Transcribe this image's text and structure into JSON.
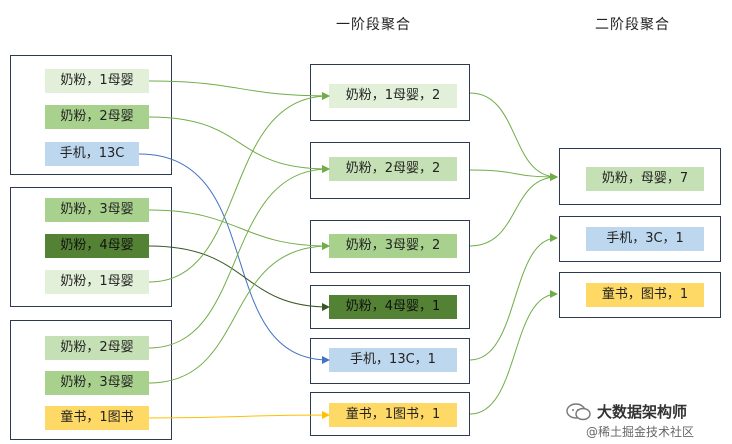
{
  "titles": {
    "stage1": "一阶段聚合",
    "stage2": "二阶段聚合"
  },
  "input_groups": [
    {
      "items": [
        "奶粉，1母婴",
        "奶粉，2母婴",
        "手机，13C"
      ]
    },
    {
      "items": [
        "奶粉，3母婴",
        "奶粉，4母婴",
        "奶粉，1母婴"
      ]
    },
    {
      "items": [
        "奶粉，2母婴",
        "奶粉，3母婴",
        "童书，1图书"
      ]
    }
  ],
  "stage1_results": [
    "奶粉，1母婴，2",
    "奶粉，2母婴，2",
    "奶粉，3母婴，2",
    "奶粉，4母婴，1",
    "手机，13C，1",
    "童书，1图书，1"
  ],
  "stage2_results": [
    "奶粉，母婴，7",
    "手机，3C，1",
    "童书，图书，1"
  ],
  "watermark": {
    "line1": "大数据架构师",
    "line2": "@稀土掘金技术社区"
  },
  "colors": {
    "light_green": "#e2efd9",
    "mid_green": "#c5e0b4",
    "green": "#a9d18e",
    "dark_green": "#548235",
    "blue": "#bdd7ee",
    "yellow": "#ffd966",
    "line_green": "#70ad47",
    "line_dark": "#375623",
    "line_blue": "#4472c4",
    "line_yellow": "#ffc000",
    "border": "#2d3a52"
  }
}
